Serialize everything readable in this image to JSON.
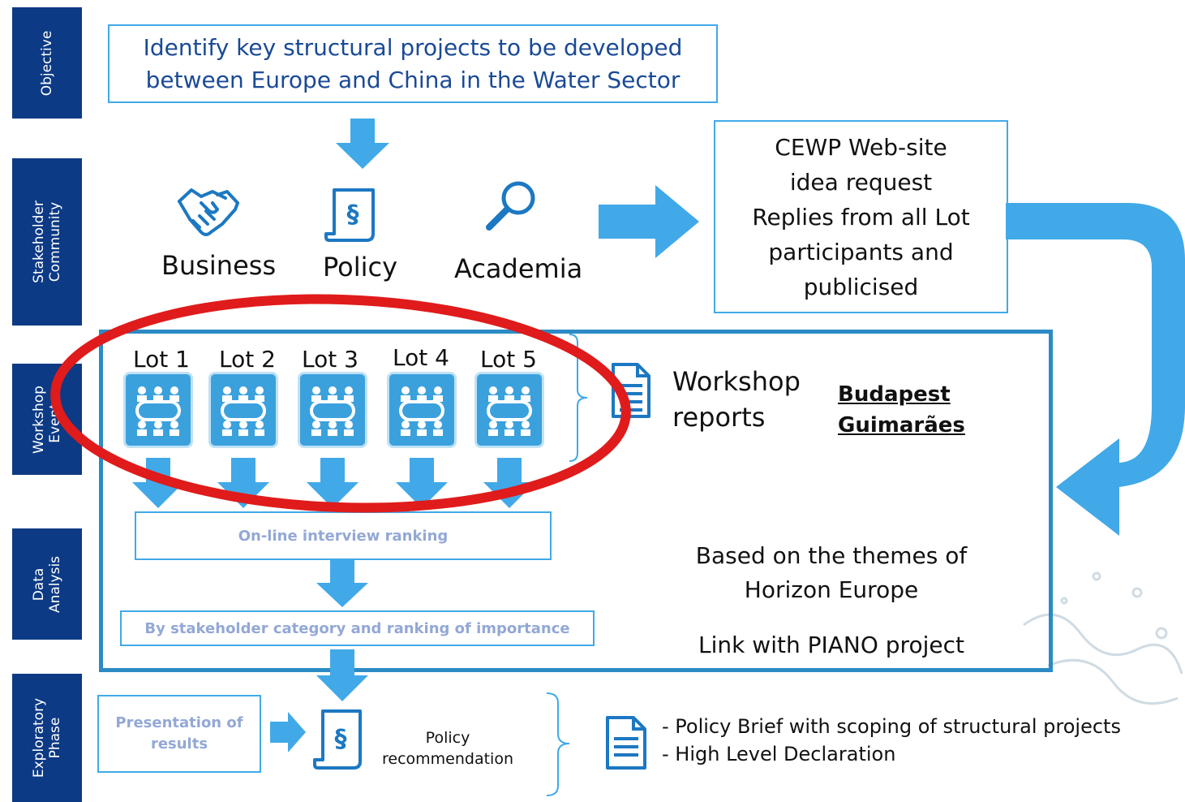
{
  "sidebar": {
    "objective": "Objective",
    "stakeholder": [
      "Stakeholder",
      "Community"
    ],
    "workshop": [
      "Workshop",
      "Events"
    ],
    "data_analysis": [
      "Data",
      "Analysis"
    ],
    "exploratory": [
      "Exploratory",
      "Phase"
    ]
  },
  "objective": {
    "line1": "Identify key structural projects to be developed",
    "line2": "between Europe and China in the Water Sector"
  },
  "stakeholders": {
    "business": "Business",
    "policy": "Policy",
    "academia": "Academia",
    "policy_symbol": "§"
  },
  "website_box": {
    "line1": "CEWP Web-site",
    "line2": "idea request",
    "line3": "Replies from all Lot",
    "line4": "participants and",
    "line5": "publicised"
  },
  "lots": [
    "Lot 1",
    "Lot 2",
    "Lot 3",
    "Lot 4",
    "Lot 5"
  ],
  "workshop_reports": {
    "line1": "Workshop",
    "line2": "reports"
  },
  "locations": {
    "line1": "Budapest",
    "line2": "Guimarães"
  },
  "ranking_box": "On-line interview ranking",
  "stakeholder_box": "By stakeholder category and ranking of importance",
  "themes": {
    "line1": "Based on the themes of",
    "line2": "Horizon Europe",
    "line3": "Link with PIANO project"
  },
  "presentation_box": {
    "line1": "Presentation of",
    "line2": "results"
  },
  "policy_rec": {
    "symbol": "§",
    "line1": "Policy",
    "line2": "recommendation"
  },
  "outputs": {
    "line1": "- Policy Brief with scoping of structural projects",
    "line2": "- High Level Declaration"
  },
  "colors": {
    "navy": "#0d3a84",
    "arrow": "#41a9e8",
    "icon": "#1c78c2",
    "frame": "#2c8ac4",
    "highlight": "#e01b1b"
  }
}
